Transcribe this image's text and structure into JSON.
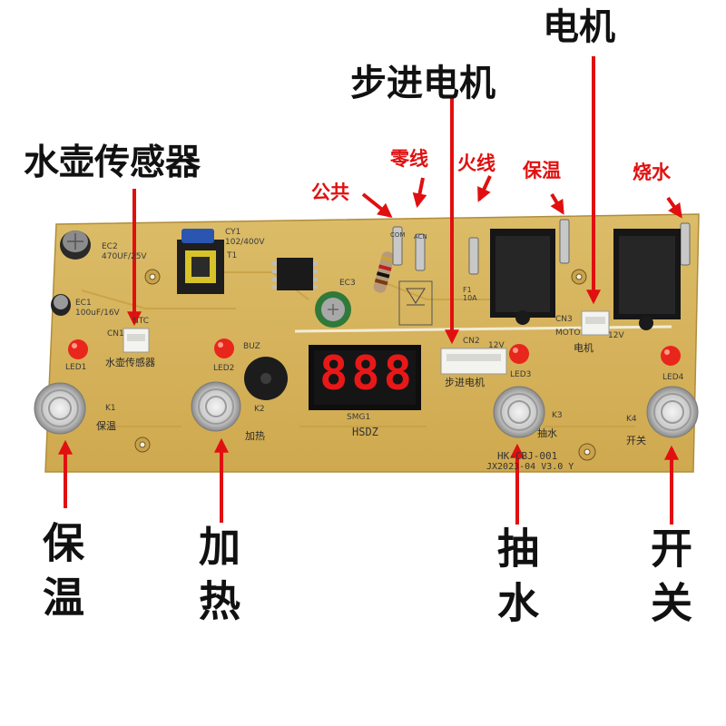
{
  "labels": {
    "motor": "电机",
    "stepper_motor": "步进电机",
    "kettle_sensor": "水壶传感器",
    "common": "公共",
    "neutral": "零线",
    "live": "火线",
    "keep_warm_wire": "保温",
    "boil": "烧水"
  },
  "bottom_labels": {
    "keep_warm": "保温",
    "heat": "加热",
    "pump_water": "抽水",
    "switch": "开关"
  },
  "silkscreen": {
    "ec2": "EC2",
    "ec2_value": "470UF/25V",
    "cy1": "CY1",
    "cy1_value": "102/400V",
    "t1": "T1",
    "ec1": "EC1",
    "ec1_value": "100uF/16V",
    "ec3": "EC3",
    "ntc": "NTC",
    "cn1": "CN1",
    "sensor_cn": "水壶传感器",
    "buz": "BUZ",
    "led1": "LED1",
    "led2": "LED2",
    "led3": "LED3",
    "led4": "LED4",
    "k1": "K1",
    "k1_cn": "保温",
    "k2": "K2",
    "k2_cn": "加热",
    "k3": "K3",
    "k3_cn": "抽水",
    "k4": "K4",
    "k4_cn": "开关",
    "smg1": "SMG1",
    "hsdz": "HSDZ",
    "cn2": "CN2",
    "cn2_v": "12V",
    "stepper_cn": "步进电机",
    "cn3": "CN3",
    "moto": "MOTO",
    "cn3_v": "12V",
    "motor_cn": "电机",
    "com": "COM",
    "acn": "ACN",
    "f1": "F1",
    "f1_value": "10A",
    "model": "HK-CBJ-001",
    "date_version": "JX2023-04  V3.0  Y",
    "display_digits": "888"
  },
  "colors": {
    "board": "#d8b560",
    "arrow": "#e01010",
    "label_red": "#e01010",
    "label_black": "#111111",
    "relay": "#1a1a1a",
    "led": "#e8261c",
    "display_segment": "#e81818"
  }
}
